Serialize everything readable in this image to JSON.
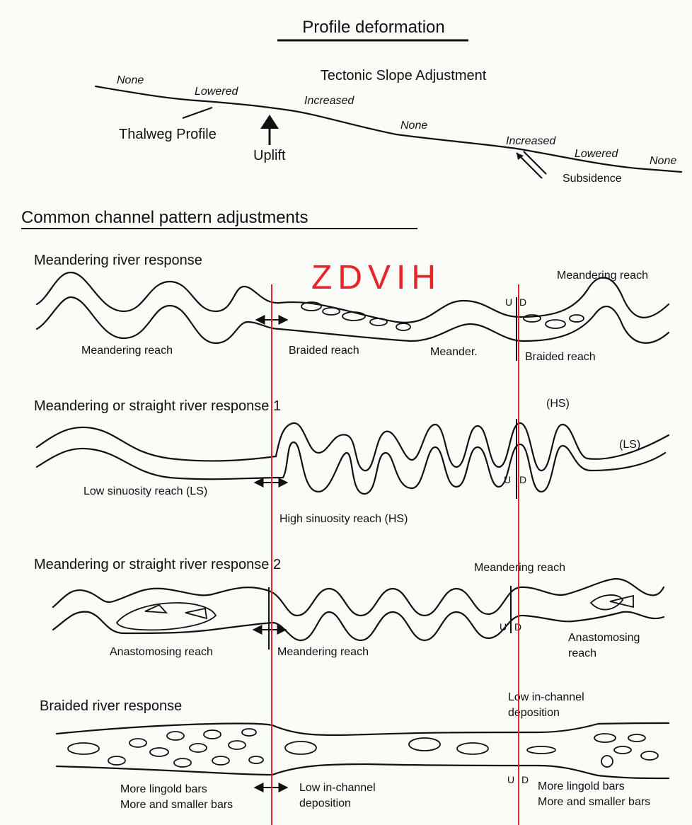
{
  "title": "Profile deformation",
  "profile": {
    "subtitle": "Tectonic Slope Adjustment",
    "labels": [
      "None",
      "Lowered",
      "Increased",
      "None",
      "Increased",
      "Lowered",
      "None"
    ],
    "thalweg_label": "Thalweg Profile",
    "uplift_label": "Uplift",
    "subsidence_label": "Subsidence"
  },
  "section_title": "Common channel pattern adjustments",
  "overlay_text": "ZDVIH",
  "panels": {
    "meandering": {
      "title": "Meandering river response",
      "labels": [
        "Meandering reach",
        "Braided reach",
        "Meander.",
        "Braided reach",
        "Meandering reach"
      ]
    },
    "straight1": {
      "title": "Meandering or straight river response 1",
      "labels": [
        "Low sinuosity reach (LS)",
        "High sinuosity reach (HS)",
        "(HS)",
        "(LS)"
      ]
    },
    "straight2": {
      "title": "Meandering or straight river response 2",
      "labels": [
        "Anastomosing reach",
        "Meandering reach",
        "Meandering reach",
        "Anastomosing",
        "reach"
      ]
    },
    "braided": {
      "title": "Braided river response",
      "labels": [
        "More lingold bars",
        "More and smaller bars",
        "Low in-channel",
        "deposition",
        "Low in-channel",
        "deposition",
        "More lingold bars",
        "More and smaller bars"
      ]
    }
  },
  "fault_marks": {
    "up": "U",
    "down": "D"
  }
}
